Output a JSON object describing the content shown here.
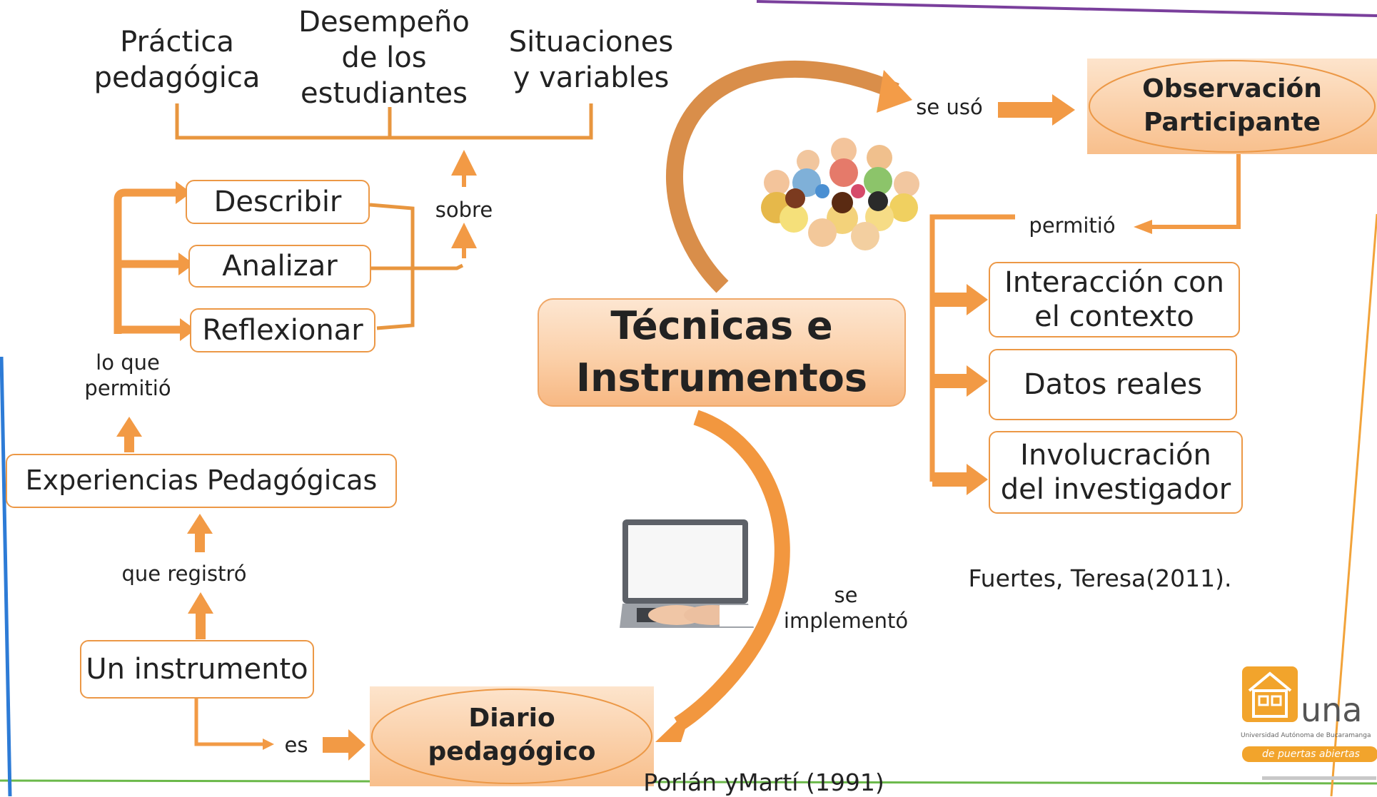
{
  "top_labels": {
    "practice": [
      "Práctica",
      "pedagógica"
    ],
    "performance": [
      "Desempeño",
      "de los",
      "estudiantes"
    ],
    "situations": [
      "Situaciones",
      "y variables"
    ]
  },
  "left": {
    "sobre": "sobre",
    "describir": "Describir",
    "analizar": "Analizar",
    "reflexionar": "Reflexionar",
    "lo_que_permitio": [
      "lo que",
      "permitió"
    ],
    "experiencias": "Experiencias Pedagógicas",
    "que_registro": "que registró",
    "instrumento": "Un instrumento",
    "es": "es",
    "diario": [
      "Diario",
      "pedagógico"
    ],
    "citation": "Porlán yMartí (1991)"
  },
  "center": {
    "title": [
      "Técnicas e",
      "Instrumentos"
    ],
    "se_implemento": [
      "se",
      "implementó"
    ]
  },
  "right": {
    "se_uso": "se usó",
    "observacion": [
      "Observación",
      "Participante"
    ],
    "permitio": "permitió",
    "interaccion": [
      "Interacción con",
      "el contexto"
    ],
    "datos": "Datos reales",
    "involucracion": [
      "Involucración",
      "del investigador"
    ],
    "citation": "Fuertes, Teresa(2011)."
  },
  "logo": {
    "name": "una",
    "subtitle": "Universidad Autónoma de Bucaramanga",
    "slogan": "de puertas abiertas"
  },
  "colors": {
    "accent": "#ec9846",
    "arrow": "#f29a45",
    "curve": "#d98e4a",
    "gradient_light": "#fde6d1",
    "gradient_dark": "#f7b883"
  }
}
